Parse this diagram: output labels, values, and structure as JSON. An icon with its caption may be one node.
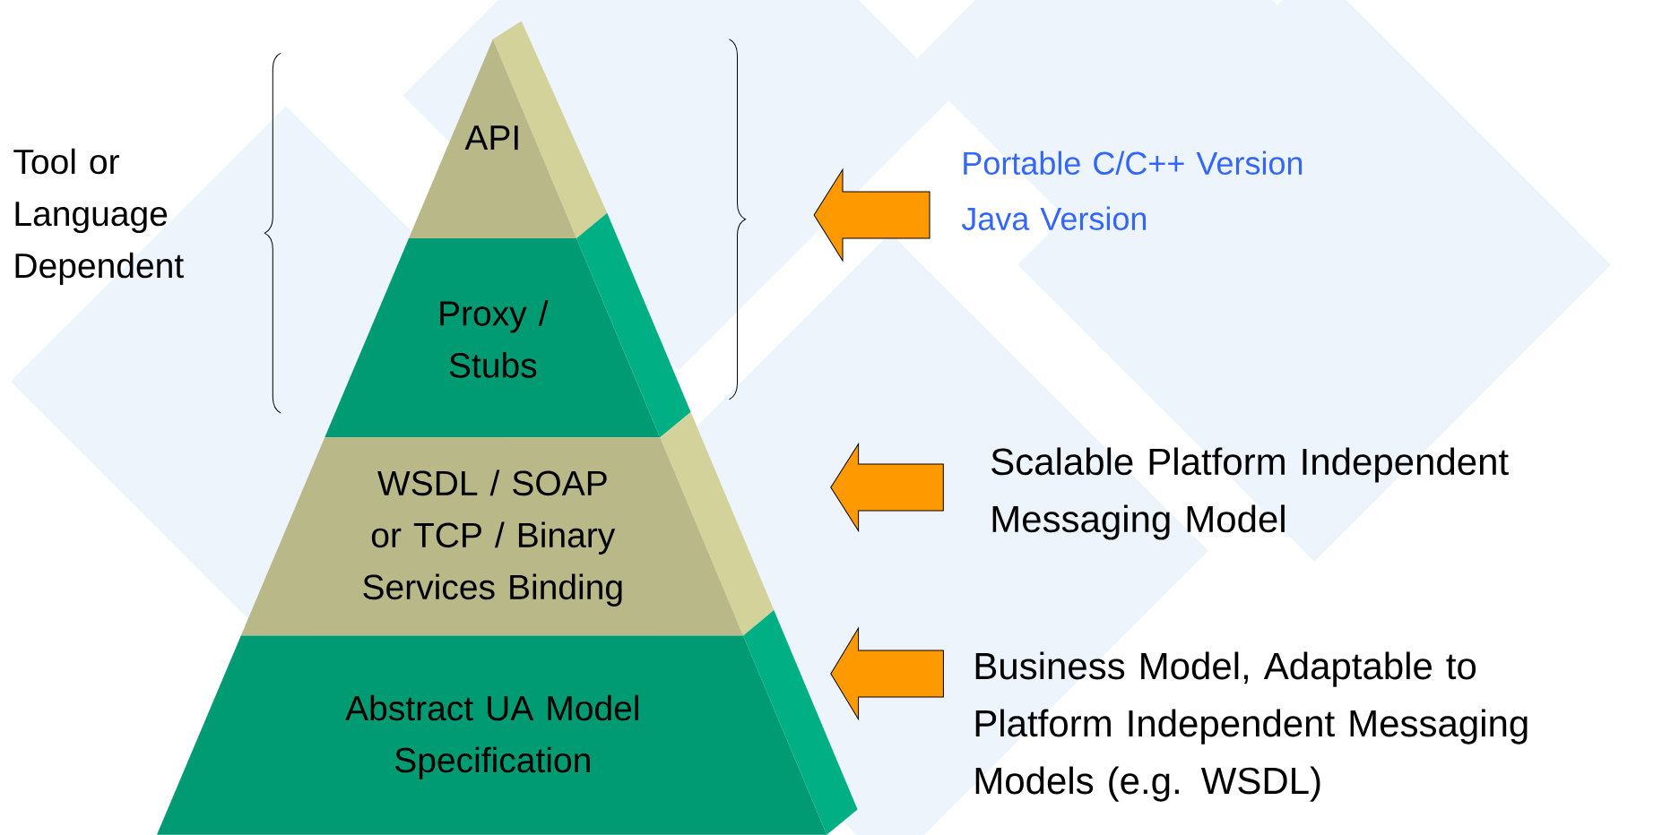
{
  "diagram": {
    "nodes": [
      {
        "text": [
          "API"
        ]
      },
      {
        "text": [
          "Proxy / Stubs"
        ]
      },
      {
        "text": [
          "WSDL / SOAP or TCP / Binary Services Binding"
        ]
      },
      {
        "text": [
          "Abstract UA Model Specification"
        ]
      },
      {
        "text": [
          "Portable C/C++ Version",
          "Java Version"
        ]
      },
      {
        "text": [
          "Scalable Platform Independent Messaging Model"
        ]
      },
      {
        "text": [
          "Business Model, Adaptable to Platform Independent Messaging Models (e.g. WSDL)"
        ]
      }
    ],
    "edges": [
      {
        "from": 4,
        "to": null,
        "arrow": "to"
      },
      {
        "from": 5,
        "to": 2,
        "arrow": "to"
      },
      {
        "from": 6,
        "to": 3,
        "arrow": "to"
      }
    ],
    "labels": [
      "Tool or Language Dependent"
    ]
  }
}
